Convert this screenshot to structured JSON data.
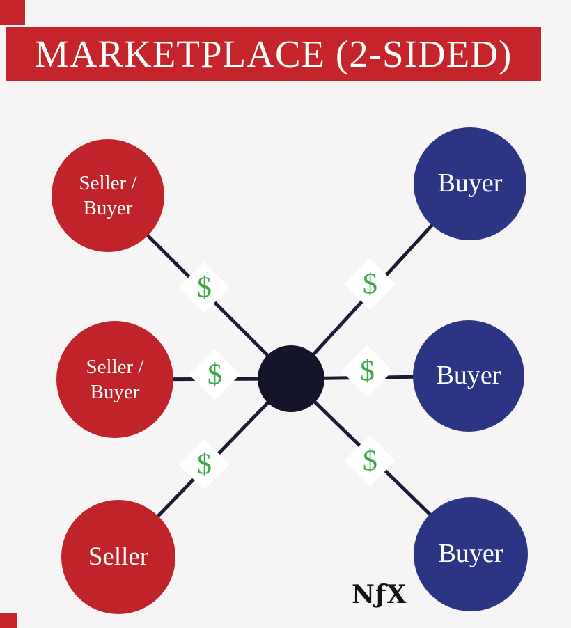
{
  "banner": {
    "title": "MARKETPLACE (2-SIDED)"
  },
  "colors": {
    "banner_red": "#c5242b",
    "seller_red": "#c0232a",
    "buyer_blue": "#2b3584",
    "hub_black": "#14142a",
    "dollar_green": "#3ea84a",
    "edge_line": "#191c33",
    "background": "#f7f4f6"
  },
  "nodes": [
    {
      "id": "seller-buyer-top",
      "label": "Seller /\nBuyer",
      "side": "left",
      "role": "seller-buyer"
    },
    {
      "id": "seller-buyer-middle",
      "label": "Seller /\nBuyer",
      "side": "left",
      "role": "seller-buyer"
    },
    {
      "id": "seller-bottom",
      "label": "Seller",
      "side": "left",
      "role": "seller"
    },
    {
      "id": "buyer-top",
      "label": "Buyer",
      "side": "right",
      "role": "buyer"
    },
    {
      "id": "buyer-middle",
      "label": "Buyer",
      "side": "right",
      "role": "buyer"
    },
    {
      "id": "buyer-bottom",
      "label": "Buyer",
      "side": "right",
      "role": "buyer"
    }
  ],
  "edges": [
    {
      "from": "seller-buyer-top",
      "to": "hub",
      "label": "$"
    },
    {
      "from": "buyer-top",
      "to": "hub",
      "label": "$"
    },
    {
      "from": "seller-buyer-middle",
      "to": "hub",
      "label": "$"
    },
    {
      "from": "buyer-middle",
      "to": "hub",
      "label": "$"
    },
    {
      "from": "seller-bottom",
      "to": "hub",
      "label": "$"
    },
    {
      "from": "buyer-bottom",
      "to": "hub",
      "label": "$"
    }
  ],
  "logo": {
    "text": "NƒX"
  }
}
